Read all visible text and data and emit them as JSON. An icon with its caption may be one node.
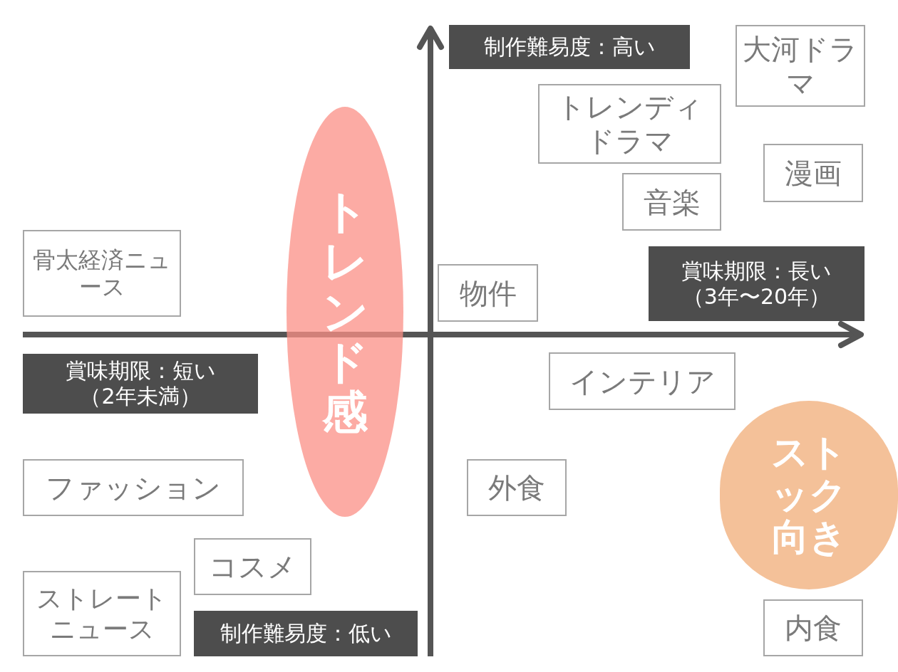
{
  "diagram": {
    "nodes": [
      {
        "text": [
          "制作難易度：高い"
        ]
      },
      {
        "text": [
          "大河ドラマ"
        ]
      },
      {
        "text": [
          "トレンディドラマ"
        ]
      },
      {
        "text": [
          "漫画"
        ]
      },
      {
        "text": [
          "音楽"
        ]
      },
      {
        "text": [
          "骨太経済ニュース"
        ]
      },
      {
        "text": [
          "トレンド感"
        ]
      },
      {
        "text": [
          "物件"
        ]
      },
      {
        "text": [
          "賞味期限：長い",
          "（3年〜20年）"
        ]
      },
      {
        "text": [
          "賞味期限：短い",
          "（2年未満）"
        ]
      },
      {
        "text": [
          "インテリア"
        ]
      },
      {
        "text": [
          "ストック向き"
        ]
      },
      {
        "text": [
          "ファッション"
        ]
      },
      {
        "text": [
          "外食"
        ]
      },
      {
        "text": [
          "コスメ"
        ]
      },
      {
        "text": [
          "ストレートニュース"
        ]
      },
      {
        "text": [
          "制作難易度：低い"
        ]
      },
      {
        "text": [
          "内食"
        ]
      }
    ]
  }
}
